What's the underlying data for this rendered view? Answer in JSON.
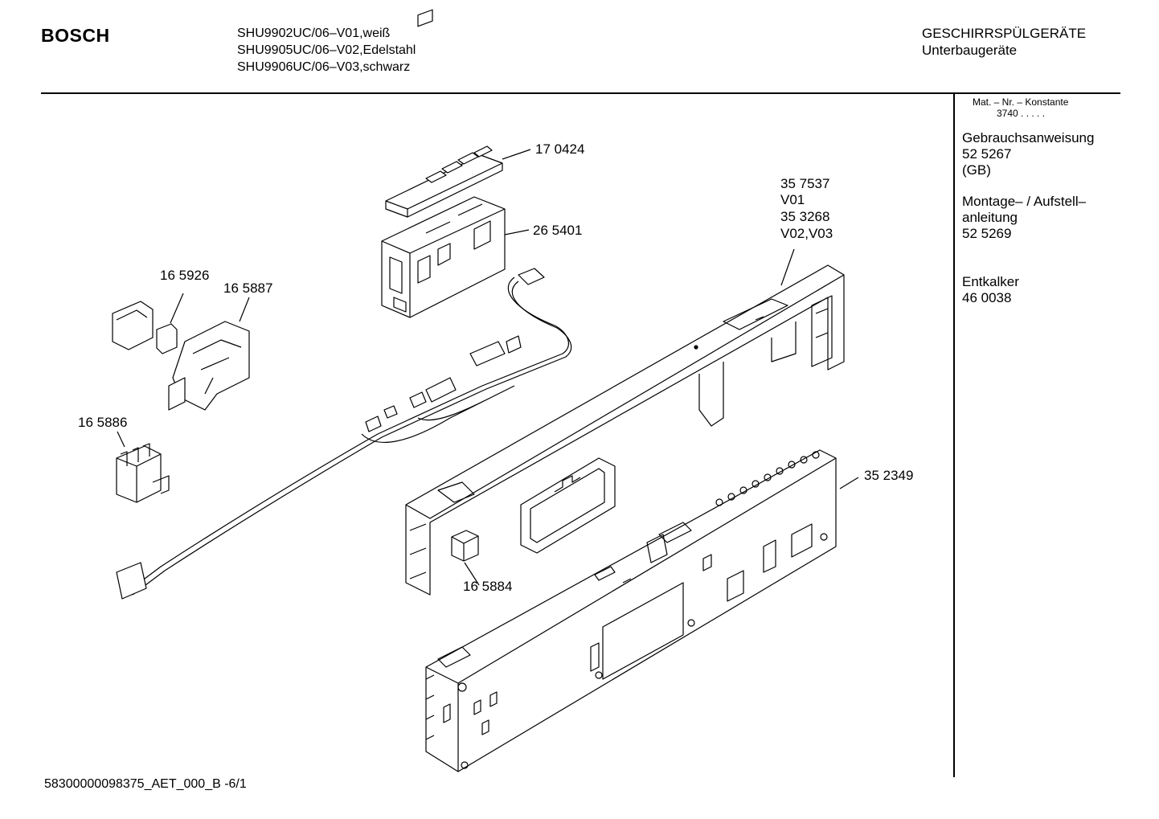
{
  "header": {
    "brand": "BOSCH",
    "models": [
      "SHU9902UC/06–V01,weiß",
      "SHU9905UC/06–V02,Edelstahl",
      "SHU9906UC/06–V03,schwarz"
    ],
    "category": [
      "GESCHIRRSPÜLGERÄTE",
      "Unterbaugeräte"
    ]
  },
  "sidebar": {
    "mat_label": "Mat. – Nr. – Konstante",
    "mat_value": "3740  .   .   .   .  .",
    "blocks": [
      {
        "lines": [
          "Gebrauchsanweisung",
          "52 5267",
          "(GB)"
        ]
      },
      {
        "lines": [
          "Montage– / Aufstell–",
          "anleitung",
          "52 5269"
        ]
      },
      {
        "lines": [
          "Entkalker",
          "46 0038"
        ]
      }
    ]
  },
  "callouts": {
    "c170424": "17 0424",
    "c265401": "26 5401",
    "c357537": "35 7537",
    "c357537_v": "V01",
    "c353268": "35 3268",
    "c353268_v": "V02,V03",
    "c165926": "16 5926",
    "c165887": "16 5887",
    "c165886": "16 5886",
    "c352349": "35 2349",
    "c165884": "16 5884"
  },
  "footer": {
    "code": "58300000098375_AET_000_B   -6/1"
  }
}
